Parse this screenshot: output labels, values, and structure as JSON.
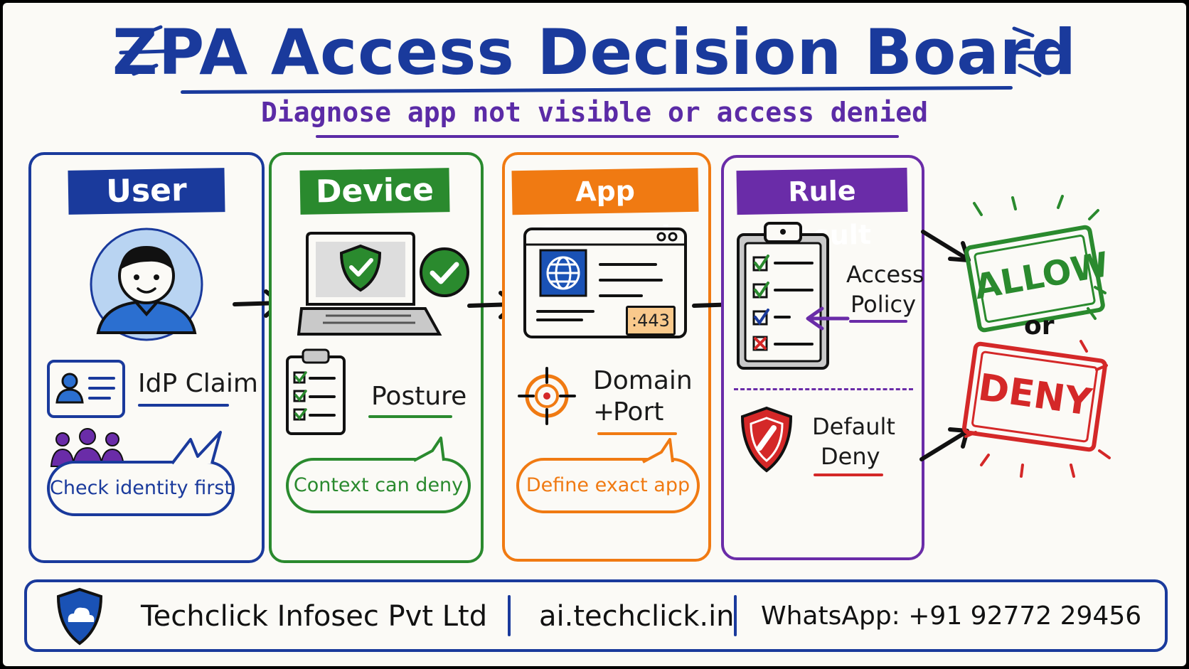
{
  "header": {
    "title": "ZPA Access Decision Board",
    "subtitle": "Diagnose app not visible or access denied"
  },
  "colors": {
    "blue": "#1a3a9c",
    "green": "#2a8a2e",
    "orange": "#f07a12",
    "purple": "#6a2ca8",
    "red": "#d42828"
  },
  "panels": {
    "user": {
      "title": "User",
      "item_label": "IdP Claim",
      "bubble": "Check identity first",
      "icons": [
        "user-avatar-icon",
        "id-card-icon",
        "group-icon"
      ]
    },
    "device": {
      "title": "Device",
      "item_label": "Posture",
      "bubble": "Context can deny",
      "icons": [
        "laptop-shield-icon",
        "check-circle-icon",
        "clipboard-checklist-icon"
      ]
    },
    "app_segment": {
      "title": "App Segment",
      "port_tag": ":443",
      "item_label_line1": "Domain +",
      "item_label_line2": "Port",
      "bubble": "Define exact app",
      "icons": [
        "browser-window-icon",
        "globe-icon",
        "target-icon"
      ]
    },
    "rule_result": {
      "title": "Rule Result",
      "access_policy_line1": "Access",
      "access_policy_line2": "Policy",
      "default_deny_line1": "Default",
      "default_deny_line2": "Deny",
      "icons": [
        "clipboard-rules-icon",
        "shield-deny-icon"
      ]
    }
  },
  "outcome": {
    "allow": "ALLOW",
    "or": "or",
    "deny": "DENY"
  },
  "footer": {
    "company": "Techclick Infosec Pvt Ltd",
    "site": "ai.techclick.in",
    "whatsapp": "WhatsApp: +91 92772 29456",
    "icons": [
      "cloud-shield-icon"
    ]
  }
}
